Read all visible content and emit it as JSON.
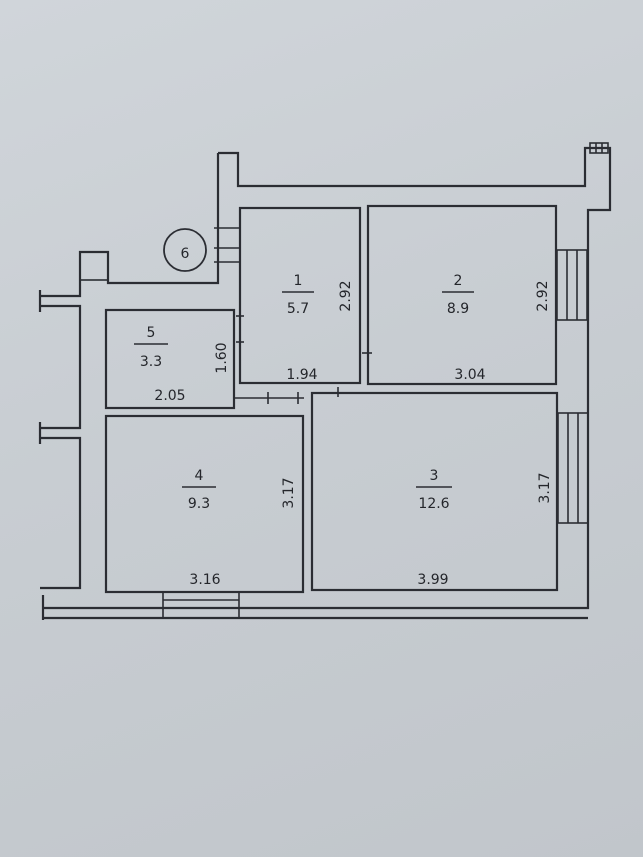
{
  "plan": {
    "marker": "6",
    "rooms": [
      {
        "number": "1",
        "area": "5.7",
        "dim_side": "2.92",
        "dim_bottom": "1.94"
      },
      {
        "number": "2",
        "area": "8.9",
        "dim_side": "2.92",
        "dim_bottom": "3.04"
      },
      {
        "number": "3",
        "area": "12.6",
        "dim_side": "3.17",
        "dim_bottom": "3.99"
      },
      {
        "number": "4",
        "area": "9.3",
        "dim_side": "3.17",
        "dim_bottom": "3.16"
      },
      {
        "number": "5",
        "area": "3.3",
        "dim_side": "1.60",
        "dim_bottom": "2.05"
      }
    ]
  }
}
